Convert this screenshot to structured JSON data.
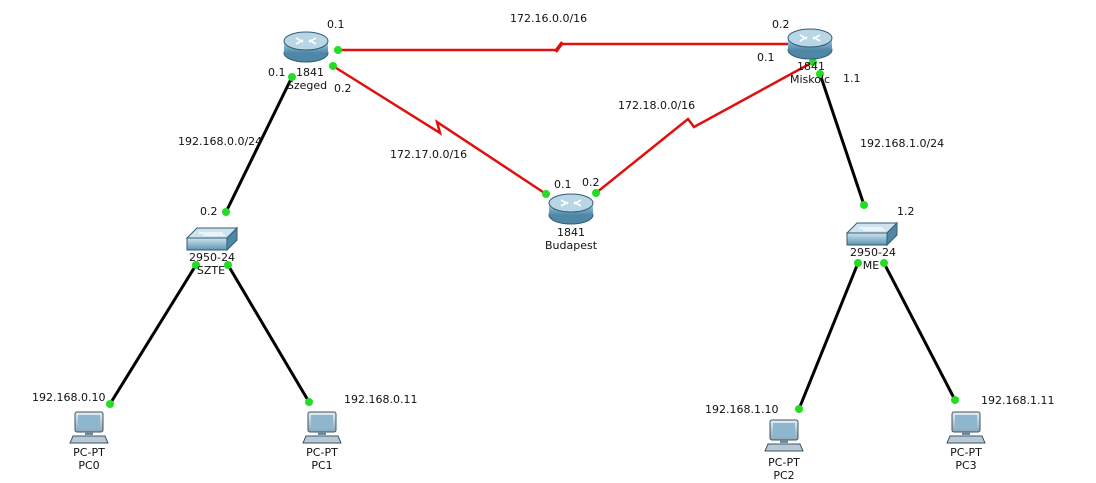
{
  "colors": {
    "serial_link": "#e01010",
    "ethernet_link": "#000000",
    "link_up": "#22dd22",
    "router_body": "#7aaec8",
    "switch_body": "#7fb2cc"
  },
  "networks": {
    "n1": "172.16.0.0/16",
    "n2": "172.17.0.0/16",
    "n3": "172.18.0.0/16",
    "lan_szte": "192.168.0.0/24",
    "lan_me": "192.168.1.0/24"
  },
  "devices": {
    "szeged": {
      "model": "1841",
      "name": "Szeged",
      "icon": "router-icon"
    },
    "miskolc": {
      "model": "1841",
      "name": "Miskolc",
      "icon": "router-icon"
    },
    "budapest": {
      "model": "1841",
      "name": "Budapest",
      "icon": "router-icon"
    },
    "szte": {
      "model": "2950-24",
      "name": "SZTE",
      "icon": "switch-icon"
    },
    "me": {
      "model": "2950-24",
      "name": "ME",
      "icon": "switch-icon"
    },
    "pc0": {
      "model": "PC-PT",
      "name": "PC0",
      "ip": "192.168.0.10",
      "icon": "pc-icon"
    },
    "pc1": {
      "model": "PC-PT",
      "name": "PC1",
      "ip": "192.168.0.11",
      "icon": "pc-icon"
    },
    "pc2": {
      "model": "PC-PT",
      "name": "PC2",
      "ip": "192.168.1.10",
      "icon": "pc-icon"
    },
    "pc3": {
      "model": "PC-PT",
      "name": "PC3",
      "ip": "192.168.1.11",
      "icon": "pc-icon"
    }
  },
  "interface_labels": {
    "szeged_top": "0.1",
    "szeged_left": "0.1",
    "szeged_bottom": "0.2",
    "miskolc_top": "0.2",
    "miskolc_left": "0.1",
    "miskolc_right": "1.1",
    "budapest_left": "0.1",
    "budapest_right": "0.2",
    "szte_top": "0.2",
    "me_top": "1.2"
  }
}
